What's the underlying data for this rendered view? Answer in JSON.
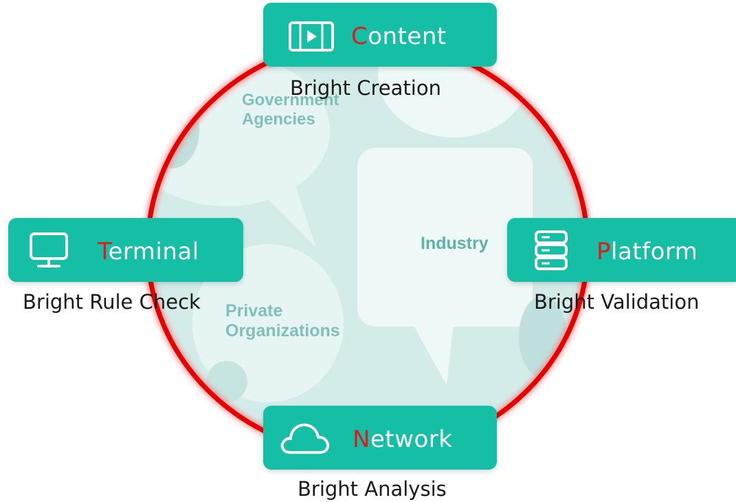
{
  "colors": {
    "box": "#14bfa6",
    "initial": "#e11919",
    "ring": "#e60000",
    "circle_fill": "#d3ece9"
  },
  "background_labels": {
    "government": "Government\nAgencies",
    "industry": "Industry",
    "private": "Private\nOrganizations"
  },
  "nodes": {
    "content": {
      "initial": "C",
      "rest": "ontent",
      "caption": "Bright Creation",
      "icon": "video-play-icon"
    },
    "platform": {
      "initial": "P",
      "rest": "latform",
      "caption": "Bright Validation",
      "icon": "server-stack-icon"
    },
    "network": {
      "initial": "N",
      "rest": "etwork",
      "caption": "Bright Analysis",
      "icon": "cloud-icon"
    },
    "terminal": {
      "initial": "T",
      "rest": "erminal",
      "caption": "Bright Rule Check",
      "icon": "monitor-icon"
    }
  }
}
